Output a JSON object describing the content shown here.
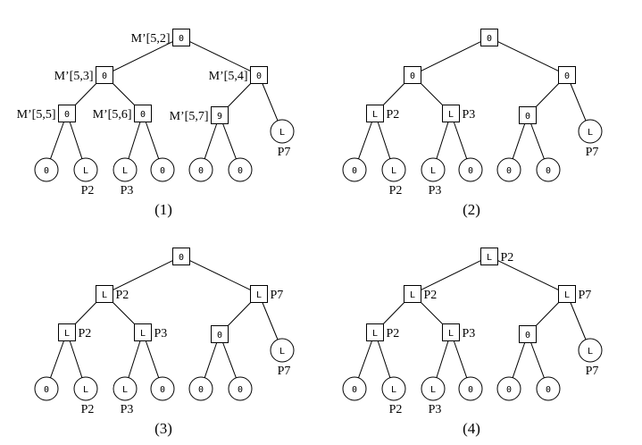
{
  "figure": {
    "description": "Four stages of a binary tree update with matrix-entry labels and leaf pointers",
    "panels": [
      {
        "caption": "(1)",
        "nodes": [
          {
            "id": "n2",
            "shape": "box",
            "value": "0",
            "side_label": "M’[5,2]",
            "side": "left"
          },
          {
            "id": "n3",
            "shape": "box",
            "value": "0",
            "side_label": "M’[5,3]",
            "side": "left"
          },
          {
            "id": "n4",
            "shape": "box",
            "value": "0",
            "side_label": "M’[5,4]",
            "side": "left"
          },
          {
            "id": "n5",
            "shape": "box",
            "value": "0",
            "side_label": "M’[5,5]",
            "side": "left"
          },
          {
            "id": "n6",
            "shape": "box",
            "value": "0",
            "side_label": "M’[5,6]",
            "side": "left"
          },
          {
            "id": "n7",
            "shape": "box",
            "value": "9",
            "side_label": "M’[5,7]",
            "side": "left"
          },
          {
            "id": "p7",
            "shape": "circle",
            "value": "L",
            "side_label": "P7",
            "side": "below"
          },
          {
            "id": "l1",
            "shape": "circle",
            "value": "0",
            "side_label": "",
            "side": "below"
          },
          {
            "id": "l2",
            "shape": "circle",
            "value": "L",
            "side_label": "P2",
            "side": "below"
          },
          {
            "id": "l3",
            "shape": "circle",
            "value": "L",
            "side_label": "P3",
            "side": "below"
          },
          {
            "id": "l4",
            "shape": "circle",
            "value": "0",
            "side_label": "",
            "side": "below"
          },
          {
            "id": "l5",
            "shape": "circle",
            "value": "0",
            "side_label": "",
            "side": "below"
          },
          {
            "id": "l6",
            "shape": "circle",
            "value": "0",
            "side_label": "",
            "side": "below"
          }
        ]
      },
      {
        "caption": "(2)",
        "nodes": [
          {
            "id": "n2",
            "shape": "box",
            "value": "0",
            "side_label": "",
            "side": "right"
          },
          {
            "id": "n3",
            "shape": "box",
            "value": "0",
            "side_label": "",
            "side": "right"
          },
          {
            "id": "n4",
            "shape": "box",
            "value": "0",
            "side_label": "",
            "side": "right"
          },
          {
            "id": "n5",
            "shape": "box",
            "value": "L",
            "side_label": "P2",
            "side": "right"
          },
          {
            "id": "n6",
            "shape": "box",
            "value": "L",
            "side_label": "P3",
            "side": "right"
          },
          {
            "id": "n7",
            "shape": "box",
            "value": "0",
            "side_label": "",
            "side": "right"
          },
          {
            "id": "p7",
            "shape": "circle",
            "value": "L",
            "side_label": "P7",
            "side": "below"
          },
          {
            "id": "l1",
            "shape": "circle",
            "value": "0",
            "side_label": "",
            "side": "below"
          },
          {
            "id": "l2",
            "shape": "circle",
            "value": "L",
            "side_label": "P2",
            "side": "below"
          },
          {
            "id": "l3",
            "shape": "circle",
            "value": "L",
            "side_label": "P3",
            "side": "below"
          },
          {
            "id": "l4",
            "shape": "circle",
            "value": "0",
            "side_label": "",
            "side": "below"
          },
          {
            "id": "l5",
            "shape": "circle",
            "value": "0",
            "side_label": "",
            "side": "below"
          },
          {
            "id": "l6",
            "shape": "circle",
            "value": "0",
            "side_label": "",
            "side": "below"
          }
        ]
      },
      {
        "caption": "(3)",
        "nodes": [
          {
            "id": "n2",
            "shape": "box",
            "value": "0",
            "side_label": "",
            "side": "right"
          },
          {
            "id": "n3",
            "shape": "box",
            "value": "L",
            "side_label": "P2",
            "side": "right"
          },
          {
            "id": "n4",
            "shape": "box",
            "value": "L",
            "side_label": "P7",
            "side": "right"
          },
          {
            "id": "n5",
            "shape": "box",
            "value": "L",
            "side_label": "P2",
            "side": "right"
          },
          {
            "id": "n6",
            "shape": "box",
            "value": "L",
            "side_label": "P3",
            "side": "right"
          },
          {
            "id": "n7",
            "shape": "box",
            "value": "0",
            "side_label": "",
            "side": "right"
          },
          {
            "id": "p7",
            "shape": "circle",
            "value": "L",
            "side_label": "P7",
            "side": "below"
          },
          {
            "id": "l1",
            "shape": "circle",
            "value": "0",
            "side_label": "",
            "side": "below"
          },
          {
            "id": "l2",
            "shape": "circle",
            "value": "L",
            "side_label": "P2",
            "side": "below"
          },
          {
            "id": "l3",
            "shape": "circle",
            "value": "L",
            "side_label": "P3",
            "side": "below"
          },
          {
            "id": "l4",
            "shape": "circle",
            "value": "0",
            "side_label": "",
            "side": "below"
          },
          {
            "id": "l5",
            "shape": "circle",
            "value": "0",
            "side_label": "",
            "side": "below"
          },
          {
            "id": "l6",
            "shape": "circle",
            "value": "0",
            "side_label": "",
            "side": "below"
          }
        ]
      },
      {
        "caption": "(4)",
        "nodes": [
          {
            "id": "n2",
            "shape": "box",
            "value": "L",
            "side_label": "P2",
            "side": "right"
          },
          {
            "id": "n3",
            "shape": "box",
            "value": "L",
            "side_label": "P2",
            "side": "right"
          },
          {
            "id": "n4",
            "shape": "box",
            "value": "L",
            "side_label": "P7",
            "side": "right"
          },
          {
            "id": "n5",
            "shape": "box",
            "value": "L",
            "side_label": "P2",
            "side": "right"
          },
          {
            "id": "n6",
            "shape": "box",
            "value": "L",
            "side_label": "P3",
            "side": "right"
          },
          {
            "id": "n7",
            "shape": "box",
            "value": "0",
            "side_label": "",
            "side": "right"
          },
          {
            "id": "p7",
            "shape": "circle",
            "value": "L",
            "side_label": "P7",
            "side": "below"
          },
          {
            "id": "l1",
            "shape": "circle",
            "value": "0",
            "side_label": "",
            "side": "below"
          },
          {
            "id": "l2",
            "shape": "circle",
            "value": "L",
            "side_label": "P2",
            "side": "below"
          },
          {
            "id": "l3",
            "shape": "circle",
            "value": "L",
            "side_label": "P3",
            "side": "below"
          },
          {
            "id": "l4",
            "shape": "circle",
            "value": "0",
            "side_label": "",
            "side": "below"
          },
          {
            "id": "l5",
            "shape": "circle",
            "value": "0",
            "side_label": "",
            "side": "below"
          },
          {
            "id": "l6",
            "shape": "circle",
            "value": "0",
            "side_label": "",
            "side": "below"
          }
        ]
      }
    ],
    "edges": [
      [
        "n2",
        "n3"
      ],
      [
        "n2",
        "n4"
      ],
      [
        "n3",
        "n5"
      ],
      [
        "n3",
        "n6"
      ],
      [
        "n4",
        "n7"
      ],
      [
        "n4",
        "p7"
      ],
      [
        "n5",
        "l1"
      ],
      [
        "n5",
        "l2"
      ],
      [
        "n6",
        "l3"
      ],
      [
        "n6",
        "l4"
      ],
      [
        "n7",
        "l5"
      ],
      [
        "n7",
        "l6"
      ]
    ]
  }
}
